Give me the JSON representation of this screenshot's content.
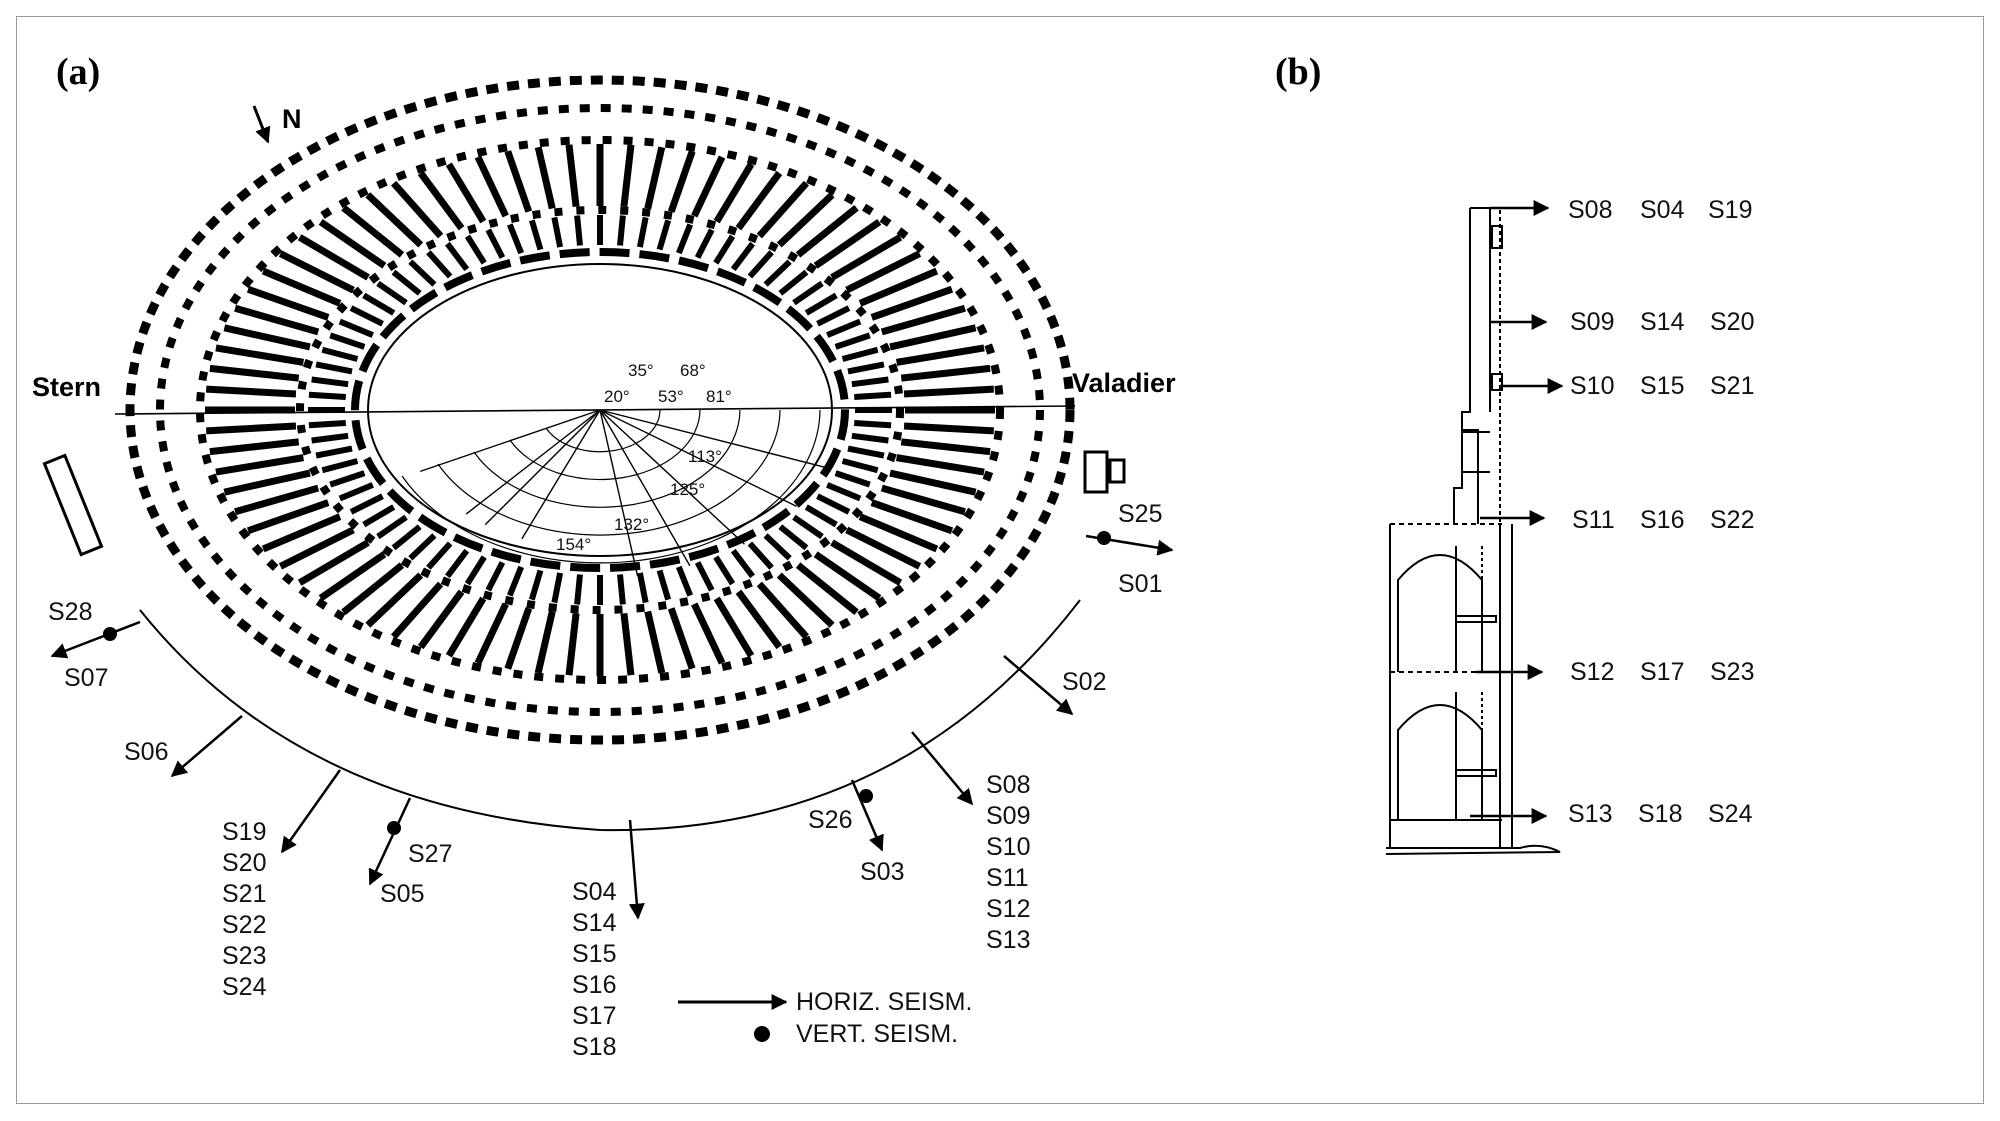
{
  "panels": {
    "a": {
      "label": "(a)"
    },
    "b": {
      "label": "(b)"
    }
  },
  "plan": {
    "north": "N",
    "left_end": "Stern",
    "right_end": "Valadier",
    "angles": [
      "35°",
      "68°",
      "20°",
      "53°",
      "81°",
      "113°",
      "125°",
      "132°",
      "154°"
    ],
    "stations": {
      "s25": "S25",
      "s01": "S01",
      "s02": "S02",
      "s03": "S03",
      "s26": "S26",
      "s28": "S28",
      "s07": "S07",
      "s06": "S06",
      "s27": "S27",
      "s05": "S05"
    },
    "group_right": [
      "S08",
      "S09",
      "S10",
      "S11",
      "S12",
      "S13"
    ],
    "group_left": [
      "S19",
      "S20",
      "S21",
      "S22",
      "S23",
      "S24"
    ],
    "group_center": [
      "S04",
      "S14",
      "S15",
      "S16",
      "S17",
      "S18"
    ],
    "legend": {
      "horizontal": "HORIZ. SEISM.",
      "vertical": "VERT. SEISM."
    }
  },
  "section": {
    "rows": [
      [
        "S08",
        "S04",
        "S19"
      ],
      [
        "S09",
        "S14",
        "S20"
      ],
      [
        "S10",
        "S15",
        "S21"
      ],
      [
        "S11",
        "S16",
        "S22"
      ],
      [
        "S12",
        "S17",
        "S23"
      ],
      [
        "S13",
        "S18",
        "S24"
      ]
    ]
  }
}
